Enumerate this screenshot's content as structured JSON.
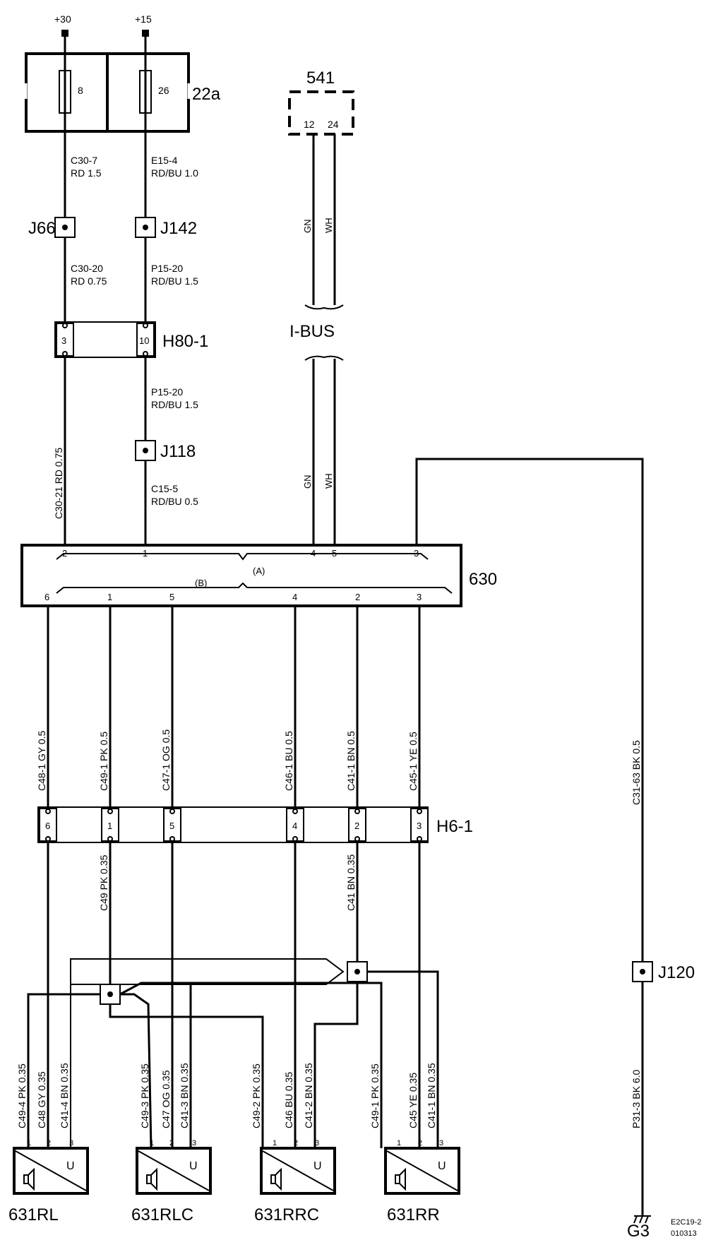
{
  "supply": {
    "plus30": "+30",
    "plus15": "+15"
  },
  "fusebox": {
    "name": "22a",
    "fuse_a": "8",
    "fuse_b": "26"
  },
  "module541": {
    "name": "541",
    "pin_a": "12",
    "pin_b": "24"
  },
  "wires": {
    "c30_7": "C30-7",
    "c30_7_spec": "RD  1.5",
    "e15_4": "E15-4",
    "e15_4_spec": "RD/BU  1.0",
    "c30_20": "C30-20",
    "c30_20_spec": "RD  0.75",
    "p15_20a": "P15-20",
    "p15_20a_spec": "RD/BU  1.5",
    "p15_20b": "P15-20",
    "p15_20b_spec": "RD/BU  1.5",
    "c15_5": "C15-5",
    "c15_5_spec": "RD/BU  0.5",
    "c30_21": "C30-21  RD  0.75",
    "gn_top": "GN",
    "wh_top": "WH",
    "gn_bot": "GN",
    "wh_bot": "WH",
    "c48_1": "C48-1  GY  0.5",
    "c49_1": "C49-1  PK  0.5",
    "c47_1": "C47-1  OG  0.5",
    "c46_1": "C46-1  BU  0.5",
    "c41_1": "C41-1  BN  0.5",
    "c45_1": "C45-1  YE  0.5",
    "c31_63": "C31-63  BK  0.5",
    "c49": "C49  PK  0.35",
    "c41": "C41  BN  0.35",
    "c49_4": "C49-4  PK  0.35",
    "c48": "C48  GY  0.35",
    "c41_4": "C41-4  BN  0.35",
    "c49_3": "C49-3  PK  0.35",
    "c47": "C47  OG  0.35",
    "c41_3": "C41-3  BN  0.35",
    "c49_2": "C49-2  PK  0.35",
    "c46": "C46  BU  0.35",
    "c41_2": "C41-2  BN  0.35",
    "c49_1b": "C49-1  PK  0.35",
    "c45": "C45  YE  0.35",
    "c41_1b": "C41-1  BN  0.35",
    "p31_3": "P31-3  BK  6.0"
  },
  "junctions": {
    "j66": "J66",
    "j142": "J142",
    "j118": "J118",
    "j120": "J120"
  },
  "connector_h80": {
    "name": "H80-1",
    "pin_a": "3",
    "pin_b": "10"
  },
  "ibus": {
    "label": "I-BUS"
  },
  "module630": {
    "name": "630",
    "group_a": "(A)",
    "group_b": "(B)",
    "pins_a": [
      "2",
      "1",
      "4",
      "5",
      "3"
    ],
    "pins_b": [
      "6",
      "1",
      "5",
      "4",
      "2",
      "3"
    ]
  },
  "connector_h6": {
    "name": "H6-1",
    "pins": [
      "6",
      "1",
      "5",
      "4",
      "2",
      "3"
    ]
  },
  "speakers": [
    {
      "name": "631RL",
      "u": "U",
      "pins": [
        "1",
        "2",
        "3"
      ]
    },
    {
      "name": "631RLC",
      "u": "U",
      "pins": [
        "1",
        "2",
        "3"
      ]
    },
    {
      "name": "631RRC",
      "u": "U",
      "pins": [
        "1",
        "2",
        "3"
      ]
    },
    {
      "name": "631RR",
      "u": "U",
      "pins": [
        "1",
        "2",
        "3"
      ]
    }
  ],
  "ground": {
    "name": "G3"
  },
  "footer": {
    "ref": "E2C19-2",
    "date": "010313"
  }
}
